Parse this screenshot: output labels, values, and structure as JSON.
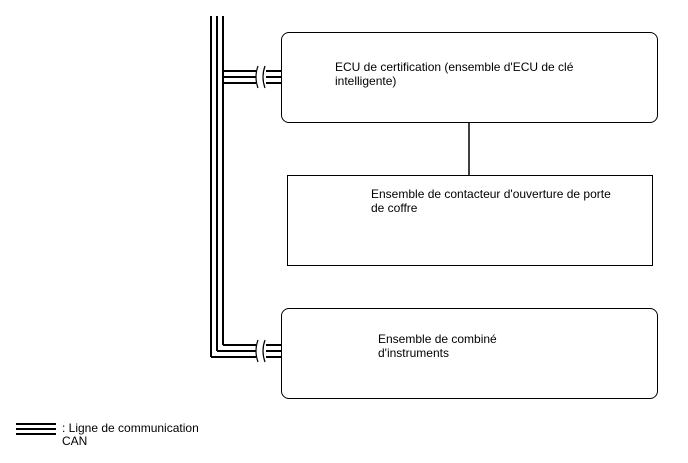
{
  "boxes": {
    "certification_ecu": "ECU de certification (ensemble d'ECU de clé\nintelligente)",
    "trunk_switch": "Ensemble de contacteur d'ouverture de porte\nde coffre",
    "combination_meter": "Ensemble de combiné\nd'instruments"
  },
  "legend": {
    "can_line": ": Ligne de communication\nCAN"
  }
}
